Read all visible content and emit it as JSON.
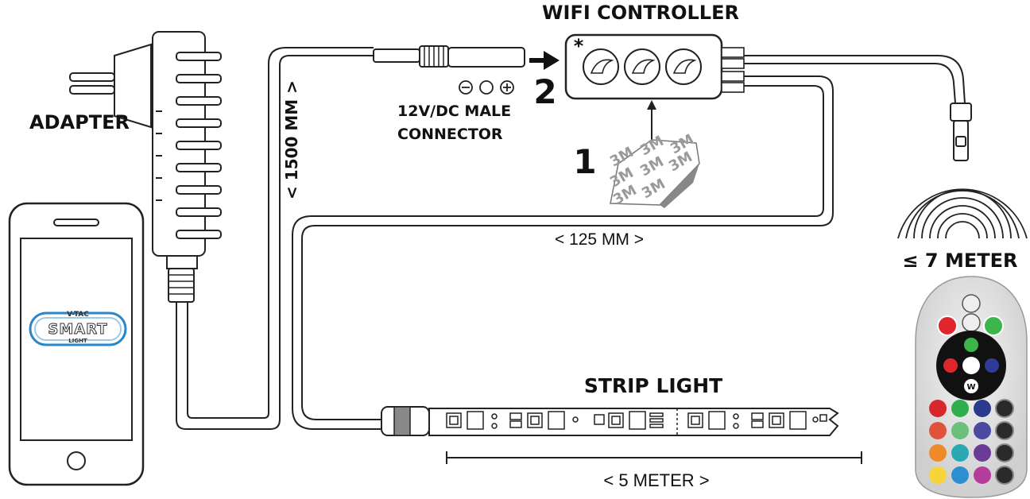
{
  "labels": {
    "wifi_controller": "WIFI CONTROLLER",
    "adapter": "ADAPTER",
    "connector_line1": "12V/DC MALE",
    "connector_line2": "CONNECTOR",
    "step1": "1",
    "step2": "2",
    "cable_length": "< 1500 MM >",
    "gap_length": "< 125 MM >",
    "strip_light": "STRIP LIGHT",
    "strip_length": "< 5 METER >",
    "remote_range": "≤ 7 METER",
    "controller_mark": "*",
    "tape_brand": "3M",
    "remote_white_key": "W",
    "app_brand": "V-TAC",
    "app_title": "SMART",
    "app_subtitle": "LIGHT"
  },
  "colors": {
    "line": "#222222",
    "power_green": "#3cb54a",
    "power_red": "#e0262d",
    "remote_red": "#e0262d",
    "remote_green": "#3cb54a",
    "remote_blue": "#2f3c9a",
    "remote_white": "#ffffff",
    "key_row1": [
      "#d7262c",
      "#2fae4e",
      "#2a3a8c",
      "#2a2a2a"
    ],
    "key_row2": [
      "#e0523a",
      "#6cc07a",
      "#4a4aa0",
      "#2a2a2a"
    ],
    "key_row3": [
      "#ef8a2a",
      "#2aa9b3",
      "#6a3c96",
      "#2a2a2a"
    ],
    "key_row4": [
      "#f6d43a",
      "#2e8fd0",
      "#b63c9c",
      "#2a2a2a"
    ],
    "app_accent": "#2a86c8"
  },
  "icons": {
    "adapter": "power-adapter-icon",
    "phone": "smartphone-icon",
    "controller": "wifi-controller-icon",
    "tape": "adhesive-tape-icon",
    "signal": "wireless-signal-icon",
    "remote": "ir-remote-icon",
    "strip": "led-strip-icon",
    "polarity": "polarity-symbol-icon",
    "arrow": "arrow-right-icon"
  }
}
